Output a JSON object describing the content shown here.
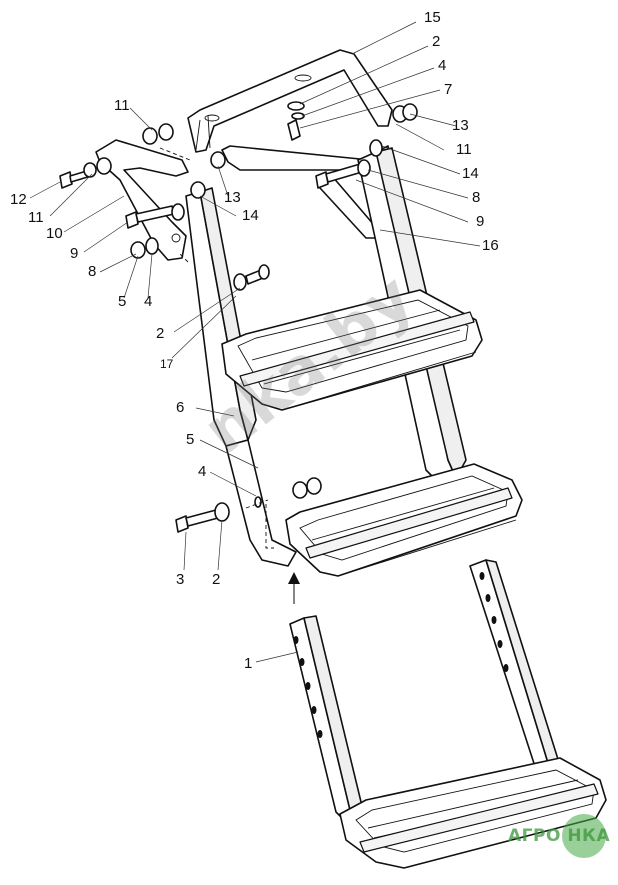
{
  "diagram": {
    "callouts": [
      {
        "id": "c15",
        "text": "15"
      },
      {
        "id": "c2a",
        "text": "2"
      },
      {
        "id": "c4a",
        "text": "4"
      },
      {
        "id": "c7",
        "text": "7"
      },
      {
        "id": "c11a",
        "text": "11"
      },
      {
        "id": "c13a",
        "text": "13"
      },
      {
        "id": "c11b",
        "text": "11"
      },
      {
        "id": "c14a",
        "text": "14"
      },
      {
        "id": "c8a",
        "text": "8"
      },
      {
        "id": "c9a",
        "text": "9"
      },
      {
        "id": "c16",
        "text": "16"
      },
      {
        "id": "c12",
        "text": "12"
      },
      {
        "id": "c11c",
        "text": "11"
      },
      {
        "id": "c13b",
        "text": "13"
      },
      {
        "id": "c14b",
        "text": "14"
      },
      {
        "id": "c10",
        "text": "10"
      },
      {
        "id": "c9b",
        "text": "9"
      },
      {
        "id": "c8b",
        "text": "8"
      },
      {
        "id": "c5a",
        "text": "5"
      },
      {
        "id": "c4b",
        "text": "4"
      },
      {
        "id": "c2b",
        "text": "2"
      },
      {
        "id": "c17",
        "text": "17"
      },
      {
        "id": "c6",
        "text": "6"
      },
      {
        "id": "c5b",
        "text": "5"
      },
      {
        "id": "c4c",
        "text": "4"
      },
      {
        "id": "c3",
        "text": "3"
      },
      {
        "id": "c2c",
        "text": "2"
      },
      {
        "id": "c1",
        "text": "1"
      }
    ],
    "watermark_center": "nka.by",
    "watermark_logo": "АГРО НКА"
  }
}
